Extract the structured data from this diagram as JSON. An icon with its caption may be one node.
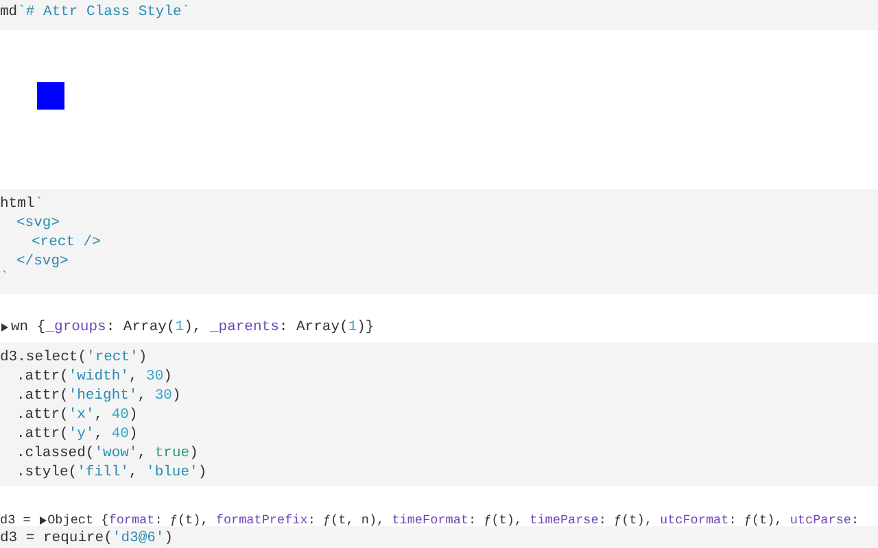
{
  "diagram": {
    "labels": [
      "md`# Attr Class Style`",
      "html`",
      "<svg>",
      "<rect />",
      "</svg>",
      "`",
      "wn {_groups: Array(1), _parents: Array(1)}",
      "d3.select('rect')",
      ".attr('width', 30)",
      ".attr('height', 30)",
      ".attr('x', 40)",
      ".attr('y', 40)",
      ".classed('wow', true)",
      ".style('fill', 'blue')",
      "d3 = Object {format: ƒ(t), formatPrefix: ƒ(t, n), timeFormat: ƒ(t), timeParse: ƒ(t), utcFormat: ƒ(t), utcParse:",
      "d3 = require('d3@6')"
    ]
  }
}
